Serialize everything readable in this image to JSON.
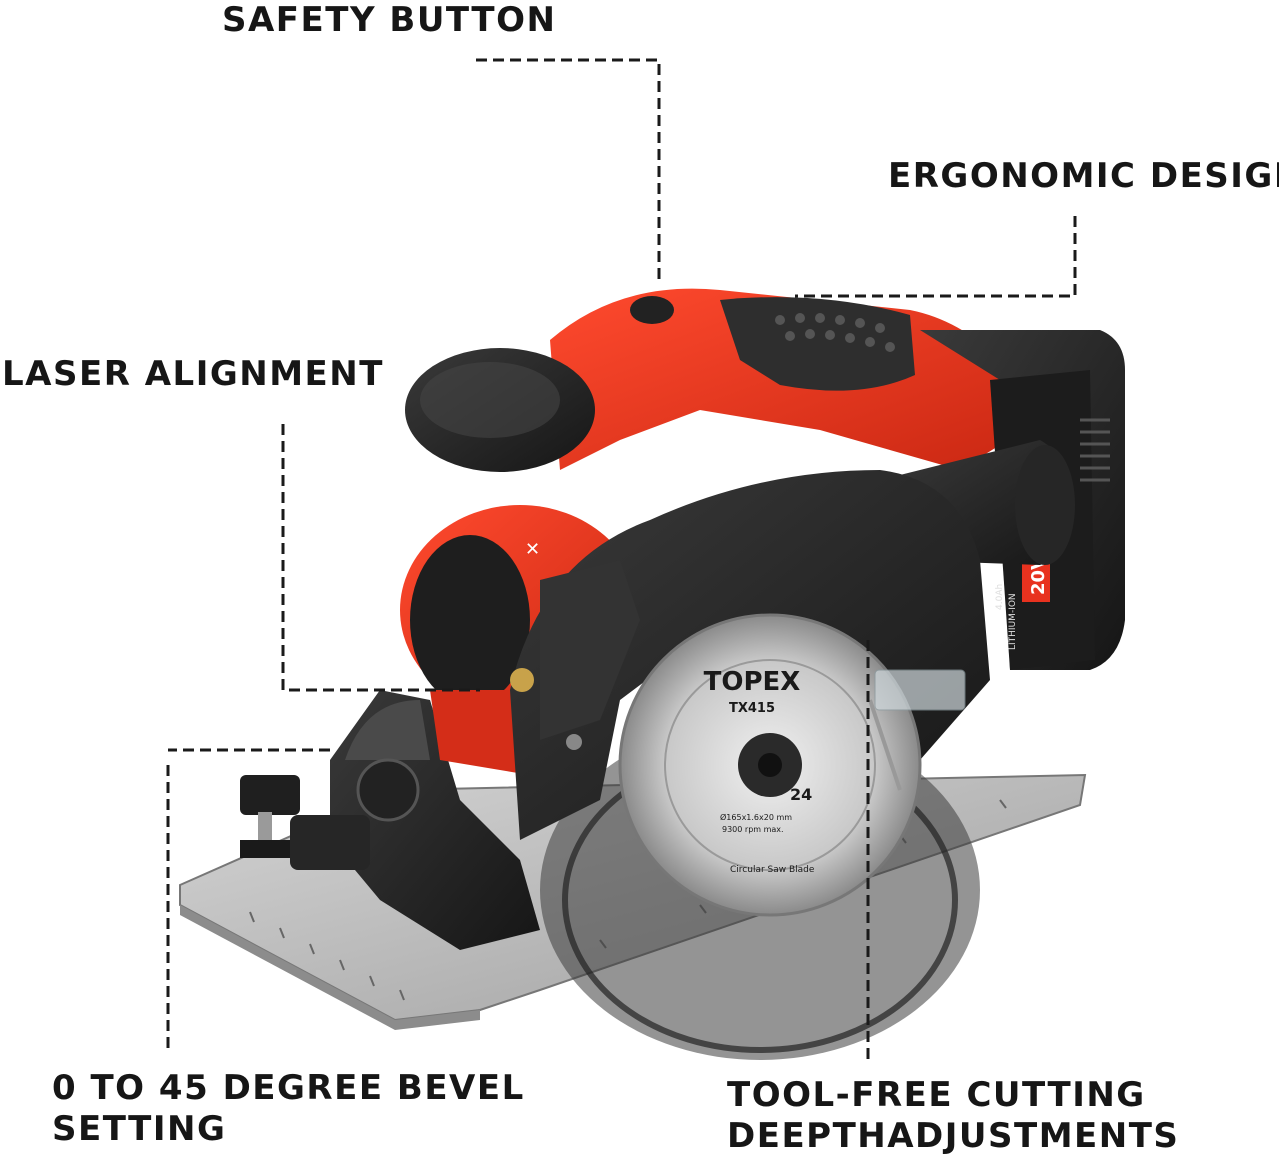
{
  "callouts": {
    "safety_button": "SAFETY BUTTON",
    "ergonomic_design": "ERGONOMIC DESIGN",
    "laser_alignment": "LASER ALIGNMENT",
    "bevel_line1": "0 TO 45 DEGREE BEVEL",
    "bevel_line2": "SETTING",
    "depth_line1": "TOOL-FREE CUTTING",
    "depth_line2": "DEEPTHADJUSTMENTS"
  },
  "product": {
    "brand": "TOPEX",
    "blade_model": "TX415",
    "battery_voltage": "20V",
    "battery_type": "LITHIUM-ION",
    "battery_capacity": "4.0Ah",
    "blade_teeth": "24",
    "blade_spec": "Ø165x1.6x20 mm",
    "blade_rpm": "9300 rpm max.",
    "blade_name": "Circular Saw Blade"
  },
  "colors": {
    "body_red": "#e8321f",
    "body_black": "#2b2b2b",
    "base_silver": "#b9b9b9"
  }
}
